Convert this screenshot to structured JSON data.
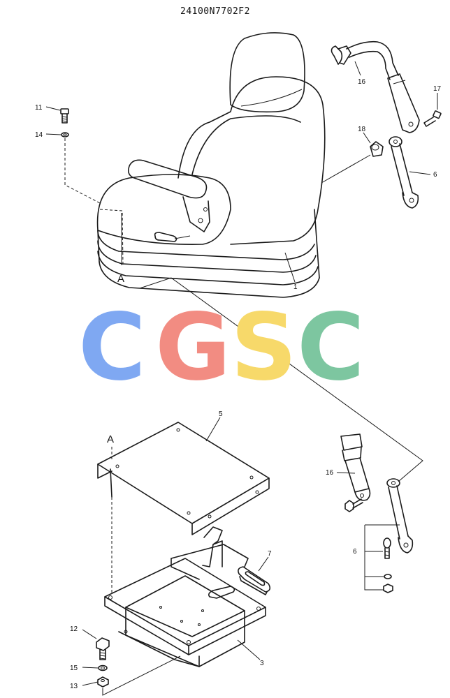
{
  "drawing": {
    "code": "24100N7702F2"
  },
  "watermark": {
    "letters": [
      {
        "char": "C",
        "color": "#7FA8F2"
      },
      {
        "char": "G",
        "color": "#F28C82"
      },
      {
        "char": "S",
        "color": "#F7D96A"
      },
      {
        "char": "C",
        "color": "#7DC6A0"
      }
    ]
  },
  "callouts": {
    "p1": "1",
    "p3": "3",
    "p5": "5",
    "p6a": "6",
    "p6b": "6",
    "p7": "7",
    "p11": "11",
    "p12": "12",
    "p13": "13",
    "p14": "14",
    "p15": "15",
    "p16a": "16",
    "p16b": "16",
    "p17": "17",
    "p18": "18",
    "refA1": "A",
    "refA2": "A"
  }
}
